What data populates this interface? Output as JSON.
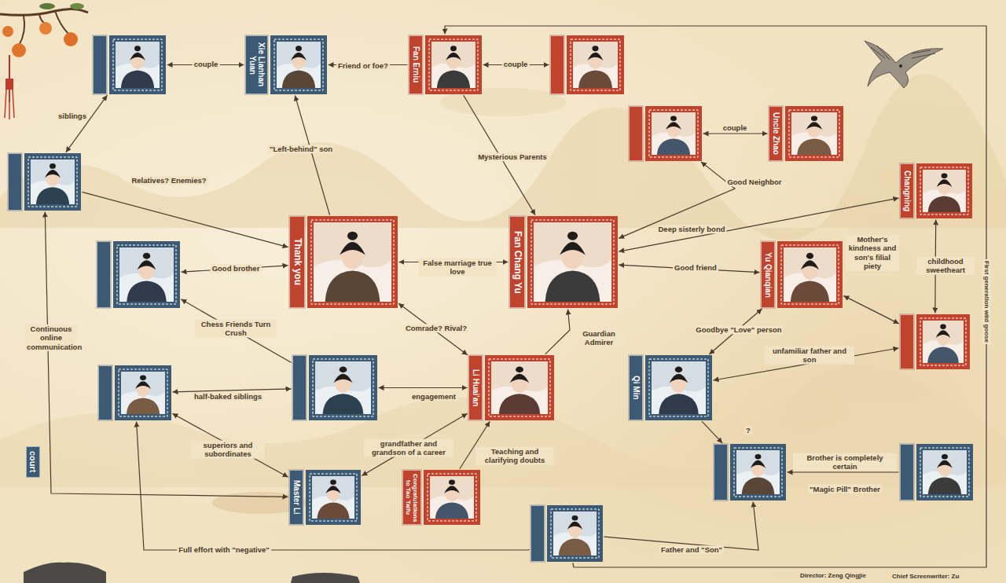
{
  "diagram": {
    "nodes": [
      {
        "text": []
      },
      {
        "text": [
          "Xie Lianhan Yuan"
        ]
      },
      {
        "text": [
          "Fan Erniu"
        ]
      },
      {
        "text": []
      },
      {
        "text": []
      },
      {
        "text": [
          "Uncle Zhao"
        ]
      },
      {
        "text": []
      },
      {
        "text": [
          "Changning"
        ]
      },
      {
        "text": []
      },
      {
        "text": [
          "Thank you"
        ]
      },
      {
        "text": [
          "Fan Chang Yu"
        ]
      },
      {
        "text": [
          "Yu Qianqian"
        ]
      },
      {
        "text": []
      },
      {
        "text": []
      },
      {
        "text": []
      },
      {
        "text": [
          "Li Huai'an"
        ]
      },
      {
        "text": [
          "Qi Min"
        ]
      },
      {
        "text": []
      },
      {
        "text": []
      },
      {
        "text": [
          "Master Li"
        ]
      },
      {
        "text": [
          "Congratulations to Tao Taifu"
        ]
      },
      {
        "text": []
      }
    ],
    "edges": [
      {
        "from": 0,
        "to": 1,
        "arrow": "both",
        "label": "couple"
      },
      {
        "from": 2,
        "to": 1,
        "arrow": "to",
        "label": "Friend or foe?"
      },
      {
        "from": 2,
        "to": 3,
        "arrow": "both",
        "label": "couple"
      },
      {
        "from": 0,
        "to": 6,
        "arrow": "both",
        "label": "siblings"
      },
      {
        "from": 6,
        "to": 9,
        "arrow": "to",
        "label": "Relatives? Enemies?"
      },
      {
        "from": 9,
        "to": 1,
        "arrow": "to",
        "label": "\"Left-behind\" son"
      },
      {
        "from": 2,
        "to": 10,
        "arrow": "to",
        "label": "Mysterious Parents"
      },
      {
        "from": 4,
        "to": 5,
        "arrow": "both",
        "label": "couple"
      },
      {
        "from": 4,
        "to": 10,
        "arrow": "both",
        "label": "Good Neighbor"
      },
      {
        "from": 10,
        "to": 7,
        "arrow": "both",
        "label": "Deep sisterly bond"
      },
      {
        "from": 7,
        "to": 12,
        "arrow": "both",
        "label": "childhood sweetheart"
      },
      {
        "from": 10,
        "to": 11,
        "arrow": "both",
        "label": "Good friend"
      },
      {
        "from": 11,
        "to": 12,
        "arrow": "both",
        "label": "Mother's kindness and son's filial piety"
      },
      {
        "from": 11,
        "to": 16,
        "arrow": "both",
        "label": "Goodbye \"Love\" person"
      },
      {
        "from": 16,
        "to": 12,
        "arrow": "both",
        "label": "unfamiliar father and son"
      },
      {
        "from": 16,
        "to": 17,
        "arrow": "to",
        "label": "?"
      },
      {
        "from": 18,
        "to": 17,
        "arrow": "to",
        "label": "Brother is completely certain"
      },
      {
        "from": 9,
        "to": 10,
        "arrow": "both",
        "label": "False marriage true love"
      },
      {
        "from": 8,
        "to": 9,
        "arrow": "both",
        "label": "Good brother"
      },
      {
        "from": 14,
        "to": 8,
        "arrow": "to",
        "label": "Chess Friends Turn Crush"
      },
      {
        "from": 9,
        "to": 15,
        "arrow": "both",
        "label": "Comrade? Rival?"
      },
      {
        "from": 15,
        "to": 10,
        "arrow": "to",
        "label": "Guardian Admirer"
      },
      {
        "from": 13,
        "to": 14,
        "arrow": "both",
        "label": "half-baked siblings"
      },
      {
        "from": 14,
        "to": 15,
        "arrow": "both",
        "label": "engagement"
      },
      {
        "from": 13,
        "to": 19,
        "arrow": "both",
        "label": "superiors and subordinates"
      },
      {
        "from": 19,
        "to": 15,
        "arrow": "both",
        "label": "grandfather and grandson of a career"
      },
      {
        "from": 20,
        "to": 15,
        "arrow": "to",
        "label": "Teaching and clarifying doubts"
      },
      {
        "from": 6,
        "to": 19,
        "arrow": "both",
        "label": "Continuous online communication"
      },
      {
        "from": 21,
        "to": 13,
        "arrow": "to",
        "label": "Full effort with \"negative\""
      },
      {
        "from": 21,
        "to": 17,
        "arrow": "to",
        "label": "Father and \"Son\""
      },
      {
        "from": 21,
        "to": 2,
        "arrow": "to"
      }
    ],
    "labels": [
      "court",
      "\"Magic Pill\" Brother",
      "First generation wild goose",
      "Director: Zeng Qingjie",
      "Chief Screenwriter: Zu"
    ]
  }
}
